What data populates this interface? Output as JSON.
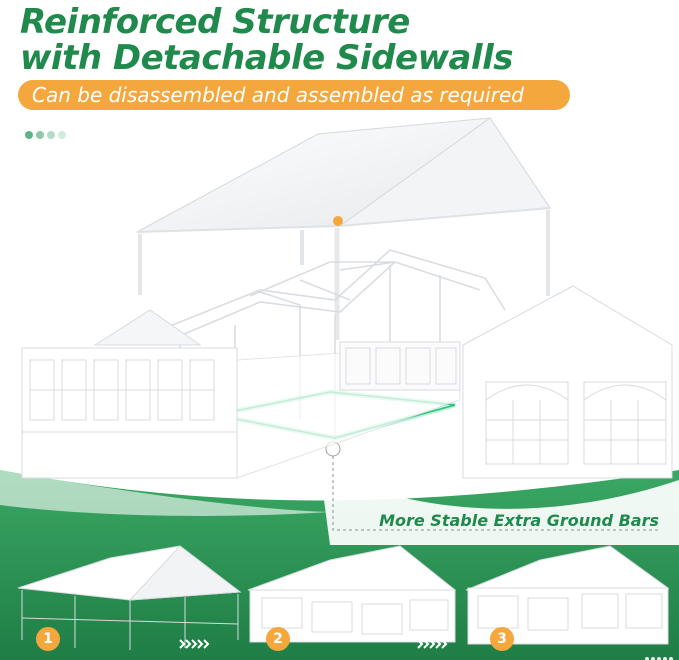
{
  "headline": {
    "line1": "Reinforced Structure",
    "line2": "with Detachable Sidewalls"
  },
  "subheadline": "Can be disassembled and assembled as required",
  "callout": "More Stable Extra Ground Bars",
  "steps": [
    "1",
    "2",
    "3"
  ],
  "colors": {
    "brand_green": "#1f8a4c",
    "accent_orange": "#f4a73c",
    "grass_green": "#2f9a57",
    "glow_green": "#6fe0a8"
  },
  "icons": {
    "arrow": "double-chevron-right-icon",
    "carousel": "carousel-dots-icon"
  }
}
